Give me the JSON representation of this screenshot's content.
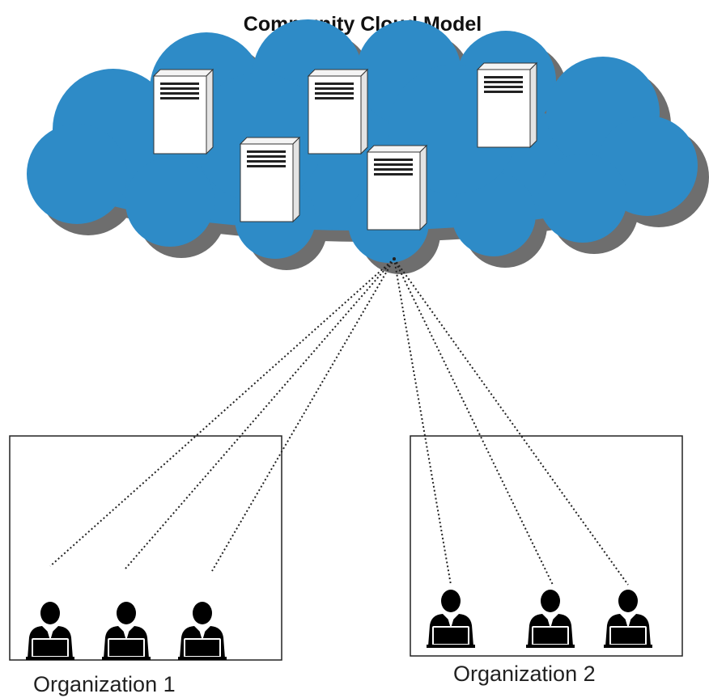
{
  "diagram": {
    "title": "Community Cloud Model",
    "colors": {
      "cloud_fill": "#2E8BC7",
      "cloud_shadow": "#6E6E6E",
      "server_face": "#FFFFFF",
      "server_side": "#E4E4E4",
      "server_outline": "#333333",
      "user_icon": "#000000",
      "link_line": "#222222"
    },
    "cloud": {
      "icon": "cloud-shape",
      "servers": [
        {
          "name": "server-1",
          "icon": "server-tower-icon"
        },
        {
          "name": "server-2",
          "icon": "server-tower-icon"
        },
        {
          "name": "server-3",
          "icon": "server-tower-icon"
        },
        {
          "name": "server-4",
          "icon": "server-tower-icon"
        },
        {
          "name": "server-5",
          "icon": "server-tower-icon"
        }
      ]
    },
    "organizations": [
      {
        "label": "Organization 1",
        "users": [
          {
            "icon": "user-laptop-icon"
          },
          {
            "icon": "user-laptop-icon"
          },
          {
            "icon": "user-laptop-icon"
          }
        ]
      },
      {
        "label": "Organization 2",
        "users": [
          {
            "icon": "user-laptop-icon"
          },
          {
            "icon": "user-laptop-icon"
          },
          {
            "icon": "user-laptop-icon"
          }
        ]
      }
    ],
    "connection_style": "dotted"
  }
}
